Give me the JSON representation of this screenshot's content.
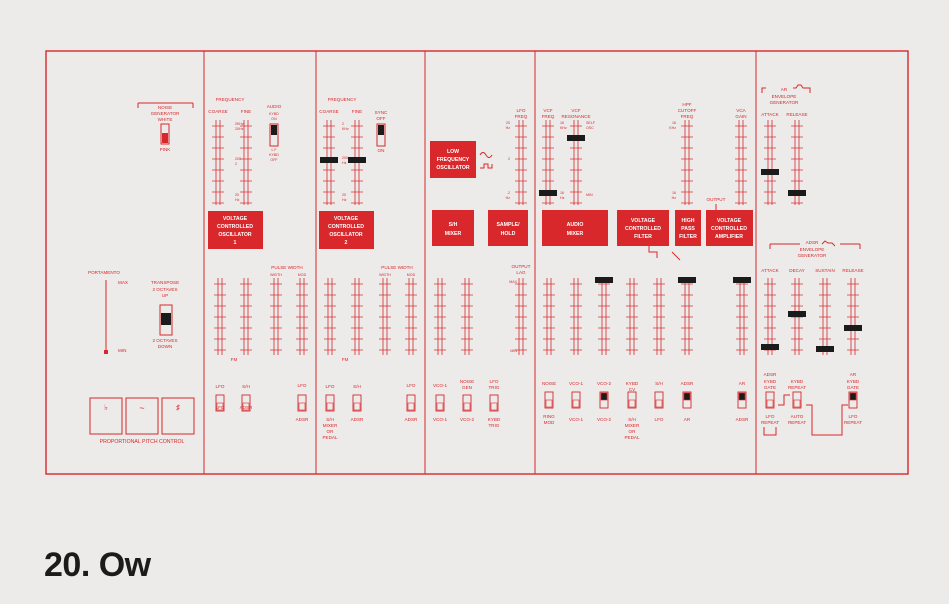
{
  "caption": "20. Ow",
  "colors": {
    "panel_red": "#d8282c",
    "paper": "#ecebe9",
    "caption": "#1b1b1b"
  },
  "noise": {
    "title1": "NOISE",
    "title2": "GENERATOR",
    "top": "WHITE",
    "bottom": "PINK"
  },
  "portamento": {
    "title": "PORTAMENTO",
    "max": "MAX",
    "min": "MIN"
  },
  "transpose": {
    "title": "TRANSPOSE",
    "up1": "2 OCTAVES",
    "up2": "UP",
    "down1": "2 OCTAVES",
    "down2": "DOWN"
  },
  "pitch": {
    "title": "PROPORTIONAL PITCH CONTROL",
    "flat": "♭",
    "wave": "~",
    "sharp": "♯"
  },
  "vco1": {
    "frequency": "FREQUENCY",
    "coarse": "COARSE",
    "fine": "FINE",
    "audio": "AUDIO",
    "kybd_on1": "KYBD",
    "kybd_on2": "ON",
    "lf": "L F",
    "kybd_off1": "KYBD",
    "kybd_off2": "OFF",
    "box1": "VOLTAGE",
    "box2": "CONTROLLED",
    "box3": "OSCILLATOR",
    "box4": "1",
    "pw": "PULSE WIDTH",
    "width": "WIDTH",
    "mod": "MOD",
    "fm": "FM",
    "lfo": "LFO",
    "sh": "S/H",
    "adsr": "ADSR",
    "t1": "2KHz",
    "t2": "20Hz",
    "t3": "200",
    "t4": "2",
    "t5": "20",
    "t6": "Hz"
  },
  "vco2": {
    "frequency": "FREQUENCY",
    "coarse": "COARSE",
    "fine": "FINE",
    "sync1": "SYNC",
    "sync2": "OFF",
    "on": "ON",
    "box1": "VOLTAGE",
    "box2": "CONTROLLED",
    "box3": "OSCILLATOR",
    "box4": "2",
    "pw": "PULSE WIDTH",
    "width": "WIDTH",
    "mod": "MOD",
    "fm": "FM",
    "lfo": "LFO",
    "sh": "S/H",
    "adsr": "ADSR",
    "mixer1": "S/H",
    "mixer2": "MIXER",
    "mixer3": "OR",
    "mixer4": "PEDAL",
    "t1": "2",
    "t2": "KHz",
    "t3": "200",
    "t4": "Hz",
    "t5": "20",
    "t6": "Hz"
  },
  "lfo_sec": {
    "box1": "LOW",
    "box2": "FREQUENCY",
    "box3": "OSCILLATOR",
    "freq1": "LFO",
    "freq2": "FREQ",
    "sh_mixer1": "S/H",
    "sh_mixer2": "MIXER",
    "sample1": "SAMPLE/",
    "sample2": "HOLD",
    "output1": "OUTPUT",
    "output2": "LAG",
    "max": "MAX",
    "min": "MIN",
    "vco1": "VCO-1",
    "vco2": "VCO-2",
    "noise1": "NOISE",
    "noise2": "GEN",
    "lfo_trig1": "LFO",
    "lfo_trig2": "TRIG",
    "kybd_trig1": "KYBD",
    "kybd_trig2": "TRIG",
    "t1": "20",
    "t2": "Hz",
    "t3": "2",
    "t4": ".2",
    "t5": "Hz"
  },
  "mixer": {
    "vcf_freq1": "VCF",
    "vcf_freq2": "FREQ",
    "vcf_res1": "VCF",
    "vcf_res2": "RESONANCE",
    "box1": "AUDIO",
    "box2": "MIXER",
    "vcf_box1": "VOLTAGE",
    "vcf_box2": "CONTROLLED",
    "vcf_box3": "FILTER",
    "hp1": "HIGH",
    "hp2": "PASS",
    "hp3": "FILTER",
    "noise": "NOISE",
    "ring1": "RING",
    "ring2": "MOD",
    "vco1": "VCO-1",
    "vco2": "VCO-2",
    "kybd1": "KYBD",
    "kybd2": "CV",
    "sh": "S/H",
    "lfo": "LFO",
    "adsr": "ADSR",
    "ar": "AR",
    "shm1": "S/H",
    "shm2": "MIXER",
    "shm3": "OR",
    "shm4": "PEDAL",
    "t1": "16",
    "t2": "KHz",
    "t3": "16",
    "t4": "Hz",
    "self1": "SELF",
    "self2": "OSC",
    "min": "MIN"
  },
  "hpf": {
    "l1": "HPF",
    "l2": "CUTOFF",
    "l3": "FREQ",
    "t1": "16",
    "t2": "Hz",
    "t3": "16",
    "t4": "KHz"
  },
  "vca": {
    "gain1": "VCA",
    "gain2": "GAIN",
    "output": "OUTPUT",
    "box1": "VOLTAGE",
    "box2": "CONTROLLED",
    "box3": "AMPLIFIER",
    "ar": "AR",
    "adsr": "ADSR"
  },
  "ar_env": {
    "t1": "AR",
    "t2": "ENVELOPE",
    "t3": "GENERATOR",
    "attack": "ATTACK",
    "release": "RELEASE"
  },
  "adsr_env": {
    "t1": "ADSR",
    "t2": "ENVELOPE",
    "t3": "GENERATOR",
    "attack": "ATTACK",
    "decay": "DECAY",
    "sustain": "SUSTAIN",
    "release": "RELEASE"
  },
  "triggers": {
    "adsr_label": "ADSR",
    "ar_label": "AR",
    "kybd_gate1": "KYBD",
    "kybd_gate2": "GATE",
    "kybd_rep1": "KYBD",
    "kybd_rep2": "REPEAT",
    "lfo_rep1": "LFO",
    "lfo_rep2": "REPEAT",
    "auto_rep1": "AUTO",
    "auto_rep2": "REPEAT",
    "lfo_rep3": "LFO",
    "lfo_rep4": "REPEAT",
    "kybd_gate3": "KYBD",
    "kybd_gate4": "GATE"
  }
}
